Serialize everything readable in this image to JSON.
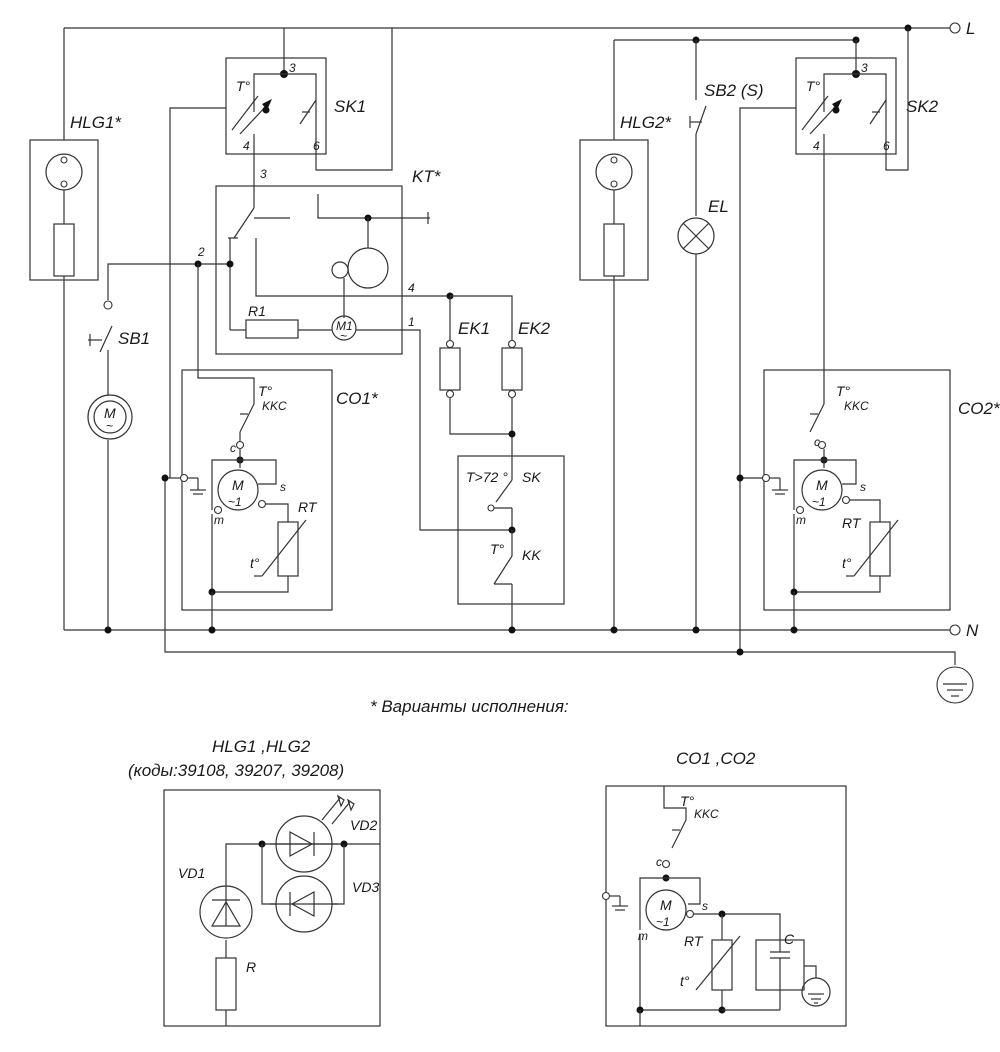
{
  "labels": {
    "L": "L",
    "N": "N",
    "HLG1": "HLG1*",
    "HLG2": "HLG2*",
    "SK1": "SK1",
    "SK2": "SK2",
    "KT": "KT*",
    "SB1": "SB1",
    "SB2": "SB2 (S)",
    "EL": "EL",
    "EK1": "EK1",
    "EK2": "EK2",
    "R1": "R1",
    "M1": "M1",
    "CO1": "CO1*",
    "CO2": "CO2*",
    "KKC": "KKC",
    "RT": "RT",
    "SK": "SK",
    "KK": "KK",
    "T_deg": "T°",
    "t_deg": "t°",
    "T72": "T>72 °",
    "M": "M",
    "M1ph": "~1",
    "tilde": "~",
    "c": "c",
    "s": "s",
    "m": "m",
    "n1": "1",
    "n2": "2",
    "n3": "3",
    "n4": "4",
    "n6": "6"
  },
  "footnote": "* Варианты исполнения:",
  "variant_led": {
    "title": "HLG1 ,HLG2",
    "codes": "(коды:39108, 39207, 39208)",
    "VD1": "VD1",
    "VD2": "VD2",
    "VD3": "VD3",
    "R": "R"
  },
  "variant_co": {
    "title": "CO1 ,CO2",
    "T": "T°",
    "KKC": "KKC",
    "c": "c",
    "s": "s",
    "m": "m",
    "M": "M",
    "M1ph": "~1",
    "RT": "RT",
    "C": "C",
    "t": "t°"
  }
}
